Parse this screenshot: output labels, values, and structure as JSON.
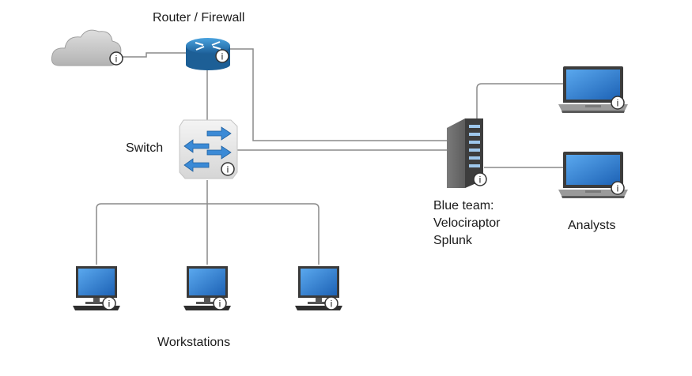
{
  "labels": {
    "router": "Router / Firewall",
    "switch": "Switch",
    "blue_team": [
      "Blue team:",
      "Velociraptor",
      "Splunk"
    ],
    "analysts": "Analysts",
    "workstations": "Workstations"
  },
  "info_glyph": "i",
  "colors": {
    "link": "#8a8a8a",
    "router": "#2a7fc0",
    "screen": "#2e7fd1",
    "server": "#5d5d5d",
    "cloud": "#c9c9c9"
  },
  "icons": [
    "cloud-icon",
    "router-icon",
    "switch-icon",
    "server-icon",
    "laptop-icon",
    "desktop-icon",
    "info-icon"
  ]
}
